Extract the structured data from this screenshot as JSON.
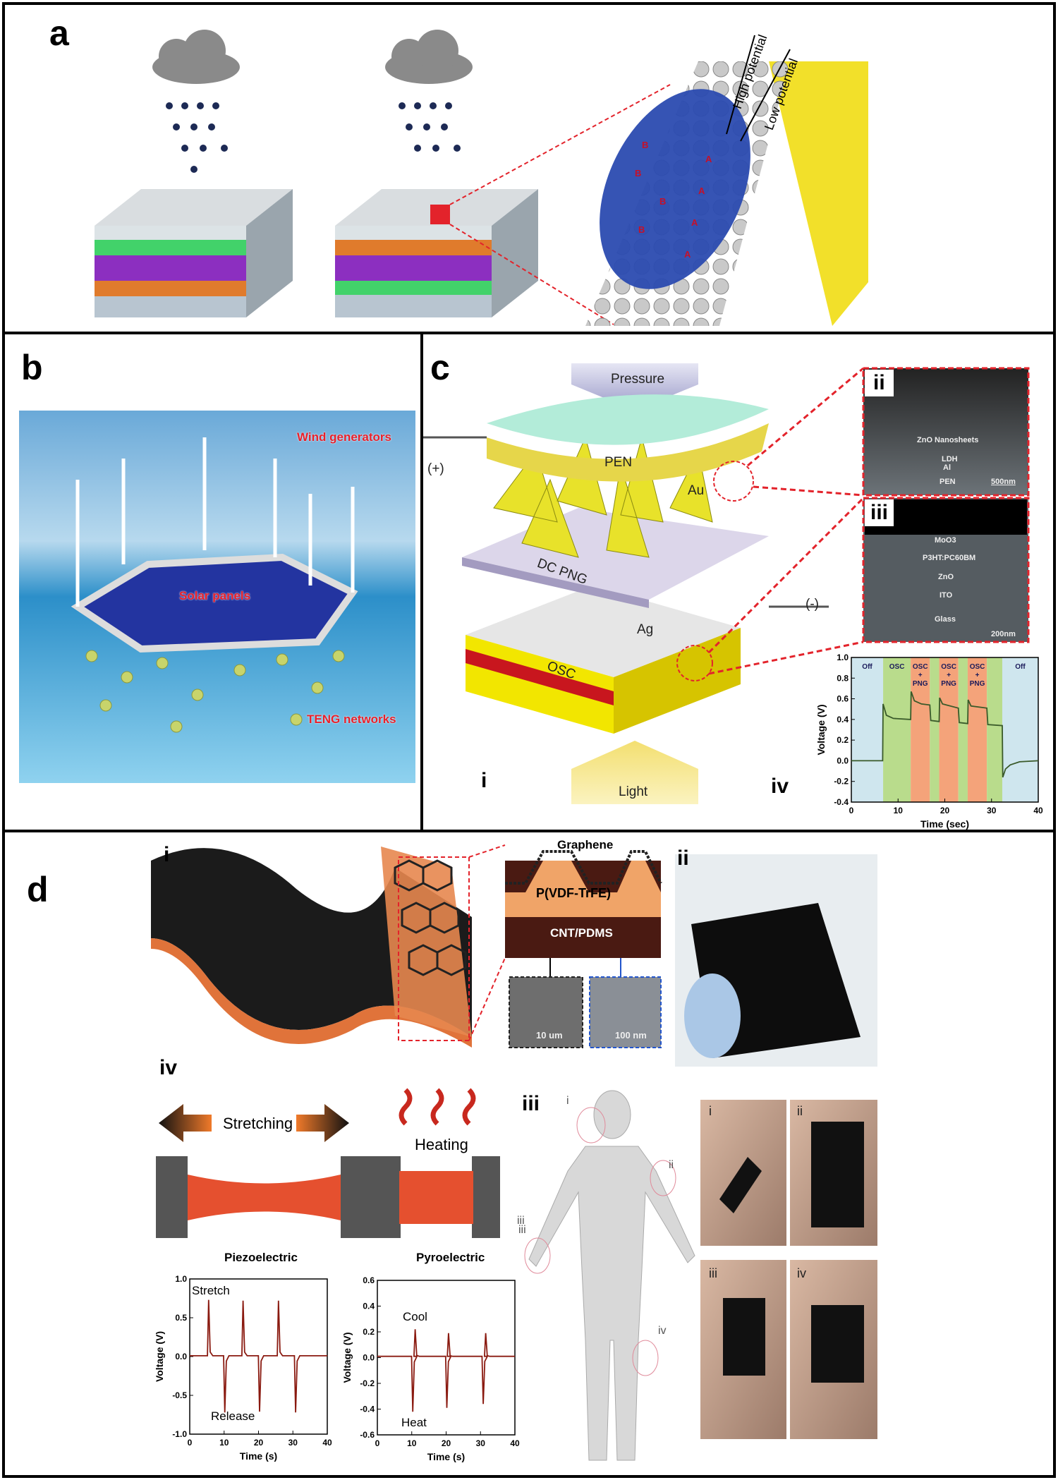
{
  "panels": {
    "a": {
      "label": "a",
      "high_potential": "High potential",
      "low_potential": "Low potential"
    },
    "b": {
      "label": "b",
      "wind": "Wind generators",
      "solar": "Solar panels",
      "teng": "TENG networks"
    },
    "c": {
      "label": "c",
      "pressure": "Pressure",
      "light": "Light",
      "pen": "PEN",
      "au": "Au",
      "dcpng": "DC PNG",
      "ag": "Ag",
      "osc": "OSC",
      "plus": "(+)",
      "minus": "(-)",
      "sub_i": "i",
      "sub_ii": "ii",
      "sub_iii": "iii",
      "sub_iv": "iv",
      "sem_ii": {
        "znO": "ZnO Nanosheets",
        "ldh": "LDH",
        "al": "Al",
        "pen": "PEN",
        "scale": "500nm"
      },
      "sem_iii": {
        "moo3": "MoO3",
        "p3ht": "P3HT:PC60BM",
        "zno": "ZnO",
        "ito": "ITO",
        "glass": "Glass",
        "scale": "200nm"
      }
    },
    "d": {
      "label": "d",
      "sub_i": "i",
      "sub_ii": "ii",
      "sub_iii": "iii",
      "sub_iv": "iv",
      "graphene": "Graphene",
      "pvdf": "P(VDF-TrFE)",
      "cnt": "CNT/PDMS",
      "scale1": "10 um",
      "scale2": "100 nm",
      "stretching": "Stretching",
      "heating": "Heating",
      "side_iii": "iii",
      "body_labels": [
        "i",
        "ii",
        "iii",
        "iv"
      ],
      "photo_labels": [
        "i",
        "ii",
        "iii",
        "iv"
      ],
      "piezo_title": "Piezoelectric",
      "pyro_title": "Pyroelectric"
    }
  },
  "chart_data": [
    {
      "id": "c-iv",
      "type": "line",
      "xlabel": "Time (sec)",
      "ylabel": "Voltage (V)",
      "xlim": [
        0,
        40
      ],
      "ylim": [
        -0.4,
        1.0
      ],
      "xticks": [
        0,
        10,
        20,
        30,
        40
      ],
      "yticks": [
        -0.4,
        -0.2,
        0.0,
        0.2,
        0.4,
        0.6,
        0.8,
        1.0
      ],
      "regions": [
        {
          "label": [
            "Off"
          ],
          "from": 0,
          "to": 6.8,
          "color": "#cfe6ee"
        },
        {
          "label": [
            "OSC"
          ],
          "from": 6.8,
          "to": 12.7,
          "color": "#b9dc8c"
        },
        {
          "label": [
            "OSC",
            "+",
            "PNG"
          ],
          "from": 12.7,
          "to": 16.8,
          "color": "#f4a37a"
        },
        {
          "label": [],
          "from": 16.8,
          "to": 18.8,
          "color": "#b9dc8c"
        },
        {
          "label": [
            "OSC",
            "+",
            "PNG"
          ],
          "from": 18.8,
          "to": 22.9,
          "color": "#f4a37a"
        },
        {
          "label": [],
          "from": 22.9,
          "to": 24.9,
          "color": "#b9dc8c"
        },
        {
          "label": [
            "OSC",
            "+",
            "PNG"
          ],
          "from": 24.9,
          "to": 29.0,
          "color": "#f4a37a"
        },
        {
          "label": [],
          "from": 29.0,
          "to": 32.3,
          "color": "#b9dc8c"
        },
        {
          "label": [
            "Off"
          ],
          "from": 32.3,
          "to": 40,
          "color": "#cfe6ee"
        }
      ],
      "x": [
        0,
        6.7,
        6.8,
        7.5,
        9,
        12.7,
        12.8,
        13.5,
        15,
        16.8,
        17.0,
        18.8,
        18.9,
        19.5,
        22.9,
        23.1,
        24.9,
        25.0,
        25.6,
        29.0,
        29.2,
        32.3,
        32.4,
        33,
        34,
        36,
        40
      ],
      "y": [
        0,
        0,
        0.55,
        0.44,
        0.41,
        0.4,
        0.67,
        0.58,
        0.55,
        0.54,
        0.39,
        0.38,
        0.61,
        0.55,
        0.51,
        0.37,
        0.36,
        0.59,
        0.53,
        0.51,
        0.35,
        0.34,
        -0.16,
        -0.08,
        -0.04,
        -0.01,
        0.0
      ]
    },
    {
      "id": "d-iv-piezo",
      "type": "line",
      "title": "Piezoelectric",
      "xlabel": "Time (s)",
      "ylabel": "Voltage (V)",
      "xlim": [
        0,
        40
      ],
      "ylim": [
        -1.0,
        1.0
      ],
      "xticks": [
        0,
        10,
        20,
        30,
        40
      ],
      "yticks": [
        -1.0,
        -0.5,
        0.0,
        0.5,
        1.0
      ],
      "annotations": [
        "Stretch",
        "Release"
      ],
      "peaks_t": [
        5.5,
        10.2,
        15.5,
        20.3,
        25.8,
        30.8
      ],
      "peaks_v": [
        0.73,
        -0.72,
        0.72,
        -0.71,
        0.72,
        -0.72
      ]
    },
    {
      "id": "d-iv-pyro",
      "type": "line",
      "title": "Pyroelectric",
      "xlabel": "Time (s)",
      "ylabel": "Voltage (V)",
      "xlim": [
        0,
        40
      ],
      "ylim": [
        -0.6,
        0.6
      ],
      "xticks": [
        0,
        10,
        20,
        30,
        40
      ],
      "yticks": [
        -0.6,
        -0.4,
        -0.2,
        0.0,
        0.2,
        0.4,
        0.6
      ],
      "annotations": [
        "Cool",
        "Heat"
      ],
      "peaks_t": [
        10.3,
        11.0,
        20.2,
        20.7,
        30.8,
        31.5
      ],
      "peaks_v": [
        -0.42,
        0.22,
        -0.39,
        0.19,
        -0.36,
        0.19
      ]
    }
  ]
}
